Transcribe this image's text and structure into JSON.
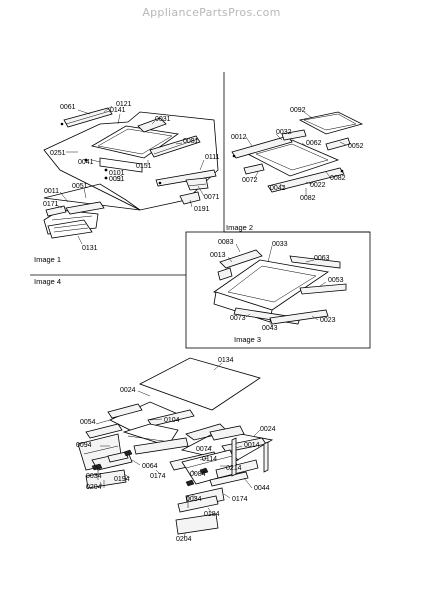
{
  "watermark": "AppliancePartsPros.com",
  "image_labels": {
    "image1": "Image 1",
    "image2": "Image 2",
    "image3": "Image 3",
    "image4": "Image 4"
  },
  "parts": {
    "p0061": "0061",
    "p0121": "0121",
    "p0141": "0141",
    "p0031": "0031",
    "p0081": "0081",
    "p0251": "0251",
    "p0041": "0041",
    "p0101": "0101",
    "p0091": "0091",
    "p0151": "0151",
    "p0111": "0111",
    "p0071": "0071",
    "p0191": "0191",
    "p0011": "0011",
    "p0051": "0051",
    "p0171": "0171",
    "p0131": "0131",
    "p0092": "0092",
    "p0012": "0012",
    "p0032": "0032",
    "p0062": "0062",
    "p0052": "0052",
    "p0072": "0072",
    "p0042": "0042",
    "p0022": "0022",
    "p0082": "0082",
    "p0082b": "0082",
    "p0083": "0083",
    "p0033": "0033",
    "p0013": "0013",
    "p0063": "0063",
    "p0053": "0053",
    "p0073": "0073",
    "p0043": "0043",
    "p0023": "0023",
    "p0134": "0134",
    "p0024a": "0024",
    "p0054": "0054",
    "p0104": "0104",
    "p0024b": "0024",
    "p0094": "0094",
    "p0074": "0074",
    "p0014": "0014",
    "p0114": "0114",
    "p0064": "0064",
    "p0174a": "0174",
    "p0214": "0214",
    "p0034a": "0034",
    "p0194": "0194",
    "p0084": "0084",
    "p0204a": "0204",
    "p0044": "0044",
    "p0034b": "0034",
    "p0174b": "0174",
    "p0184": "0184",
    "p0204b": "0204"
  }
}
